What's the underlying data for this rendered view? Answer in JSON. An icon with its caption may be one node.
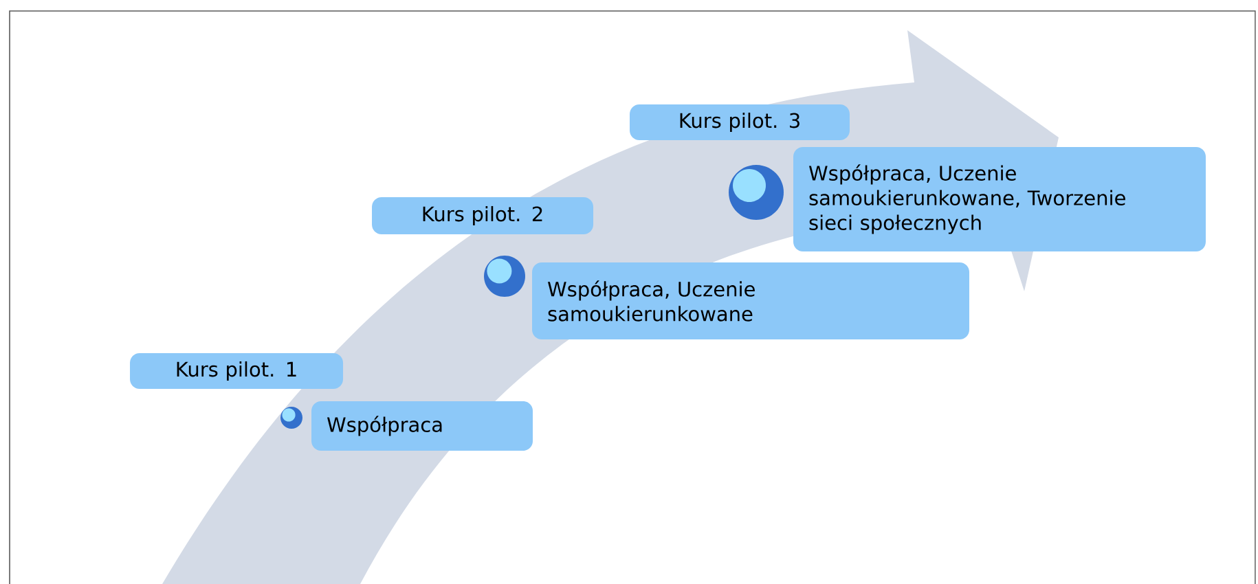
{
  "diagram": {
    "nodes": [
      {
        "text": [
          "Kurs pilot. 1"
        ]
      },
      {
        "text": [
          "Współpraca"
        ]
      },
      {
        "text": [
          "Kurs pilot. 2"
        ]
      },
      {
        "text": [
          "Współpraca, Uczenie samoukierunkowane"
        ]
      },
      {
        "text": [
          "Kurs pilot. 3"
        ]
      },
      {
        "text": [
          "Współpraca, Uczenie samoukierunkowane, Tworzenie sieci społecznych"
        ]
      }
    ]
  }
}
